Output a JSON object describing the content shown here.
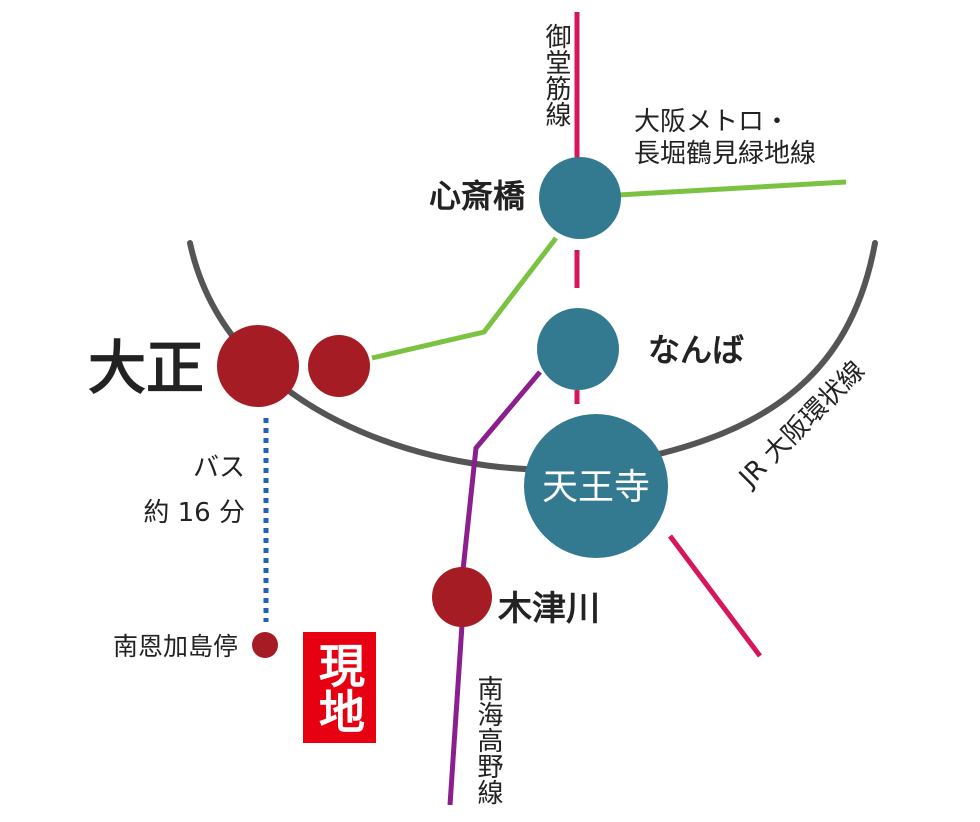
{
  "colors": {
    "background": "#ffffff",
    "text": "#222222",
    "midosuji_line": "#d6155c",
    "nagahori_line": "#7cc242",
    "loop_line": "#555555",
    "nankai_line": "#8b1f8d",
    "bus_route": "#1f63b2",
    "transfer_station": "#337a90",
    "station": "#a61c24",
    "current_location": "#e60012",
    "white": "#ffffff"
  },
  "lines": {
    "midosuji": "御堂筋線",
    "nagahori_l1": "大阪メトロ・",
    "nagahori_l2": "長堀鶴見緑地線",
    "loop": "JR 大阪環状線",
    "nankai": "南海高野線"
  },
  "stations": {
    "shinsaibashi": "心斎橋",
    "namba": "なんば",
    "tennoji": "天王寺",
    "taisho": "大正",
    "kizugawa": "木津川",
    "bus_stop": "南恩加島停"
  },
  "bus": {
    "label_l1": "バス",
    "label_l2": "約 16 分"
  },
  "current_location": {
    "label": "現地"
  }
}
